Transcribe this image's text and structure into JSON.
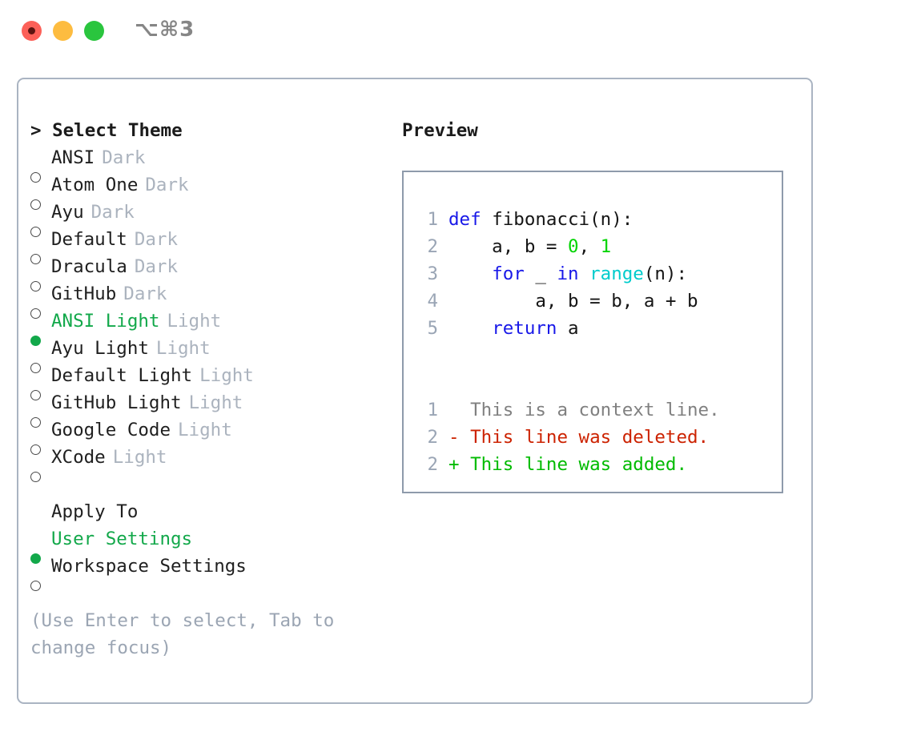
{
  "window": {
    "title": "⌥⌘3",
    "traffic_lights": [
      {
        "name": "close",
        "color": "#fc6058"
      },
      {
        "name": "minimize",
        "color": "#fdbc40"
      },
      {
        "name": "maximize",
        "color": "#2ac53e"
      }
    ]
  },
  "theme_picker": {
    "heading": "> Select Theme",
    "options": [
      {
        "marker": "○",
        "name": "ANSI",
        "tag": "Dark",
        "selected": false
      },
      {
        "marker": "○",
        "name": "Atom One",
        "tag": "Dark",
        "selected": false
      },
      {
        "marker": "○",
        "name": "Ayu",
        "tag": "Dark",
        "selected": false
      },
      {
        "marker": "○",
        "name": "Default",
        "tag": "Dark",
        "selected": false
      },
      {
        "marker": "○",
        "name": "Dracula",
        "tag": "Dark",
        "selected": false
      },
      {
        "marker": "○",
        "name": "GitHub",
        "tag": "Dark",
        "selected": false
      },
      {
        "marker": "●",
        "name": "ANSI Light",
        "tag": "Light",
        "selected": true
      },
      {
        "marker": "○",
        "name": "Ayu Light",
        "tag": "Light",
        "selected": false
      },
      {
        "marker": "○",
        "name": "Default Light",
        "tag": "Light",
        "selected": false
      },
      {
        "marker": "○",
        "name": "GitHub Light",
        "tag": "Light",
        "selected": false
      },
      {
        "marker": "○",
        "name": "Google Code",
        "tag": "Light",
        "selected": false
      },
      {
        "marker": "○",
        "name": "XCode",
        "tag": "Light",
        "selected": false
      }
    ]
  },
  "apply_to": {
    "heading": "Apply To",
    "options": [
      {
        "marker": "●",
        "name": "User Settings",
        "selected": true
      },
      {
        "marker": "○",
        "name": "Workspace Settings",
        "selected": false
      }
    ]
  },
  "hint": "(Use Enter to select, Tab to change focus)",
  "preview": {
    "label": "Preview",
    "code_lines": [
      {
        "no": "1",
        "tokens": [
          {
            "t": "def ",
            "c": "kw"
          },
          {
            "t": "fibonacci(n):",
            "c": "plain"
          }
        ]
      },
      {
        "no": "2",
        "tokens": [
          {
            "t": "    a, b = ",
            "c": "plain"
          },
          {
            "t": "0",
            "c": "num"
          },
          {
            "t": ", ",
            "c": "plain"
          },
          {
            "t": "1",
            "c": "num"
          }
        ]
      },
      {
        "no": "3",
        "tokens": [
          {
            "t": "    ",
            "c": "plain"
          },
          {
            "t": "for",
            "c": "kw"
          },
          {
            "t": " _ ",
            "c": "plain"
          },
          {
            "t": "in",
            "c": "kw"
          },
          {
            "t": " ",
            "c": "plain"
          },
          {
            "t": "range",
            "c": "fn"
          },
          {
            "t": "(n):",
            "c": "plain"
          }
        ]
      },
      {
        "no": "4",
        "tokens": [
          {
            "t": "        a, b = b, a + b",
            "c": "plain"
          }
        ]
      },
      {
        "no": "5",
        "tokens": [
          {
            "t": "    ",
            "c": "plain"
          },
          {
            "t": "return",
            "c": "kw"
          },
          {
            "t": " a",
            "c": "plain"
          }
        ]
      }
    ],
    "diff_lines": [
      {
        "no": "1",
        "text": "  This is a context line.",
        "kind": "ctx"
      },
      {
        "no": "2",
        "text": "- This line was deleted.",
        "kind": "del"
      },
      {
        "no": "2",
        "text": "+ This line was added.",
        "kind": "add"
      }
    ]
  },
  "colors": {
    "accent_green": "#12a84a",
    "panel_border": "#aab4c2",
    "preview_border": "#8e9aab",
    "muted_tag": "#abb3be",
    "hint_text": "#9ba5b3",
    "lineno": "#9aa5b5",
    "syntax_keyword": "#1818e8",
    "syntax_function": "#00cccc",
    "syntax_number": "#00d400",
    "diff_context": "#808080",
    "diff_deleted": "#cc2200",
    "diff_added": "#00bb00"
  }
}
